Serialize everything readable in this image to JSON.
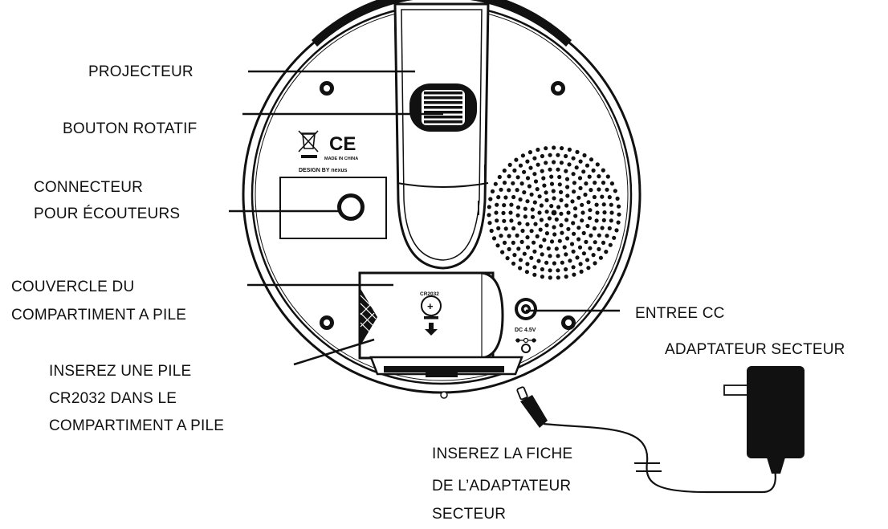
{
  "labels": {
    "projecteur": "PROJECTEUR",
    "bouton_rotatif": "BOUTON ROTATIF",
    "connecteur": [
      "CONNECTEUR",
      "POUR ÉCOUTEURS"
    ],
    "couvercle": [
      "COUVERCLE DU",
      "COMPARTIMENT A PILE"
    ],
    "inserez_pile": [
      "INSEREZ UNE PILE",
      "CR2032 DANS LE",
      "COMPARTIMENT A PILE"
    ],
    "entree_cc": "ENTREE CC",
    "adaptateur": "ADAPTATEUR SECTEUR",
    "inserez_fiche": [
      "INSEREZ LA FICHE",
      "DE L’ADAPTATEUR",
      "SECTEUR"
    ]
  },
  "device_markings": {
    "made_in": "MADE IN CHINA",
    "design_by": "DESIGN BY nexus",
    "ce_mark": "CE",
    "battery_type": "CR2032",
    "battery_plus": "+",
    "dc_rating": "DC 4.5V"
  },
  "colors": {
    "ink": "#111111",
    "background": "#ffffff"
  }
}
